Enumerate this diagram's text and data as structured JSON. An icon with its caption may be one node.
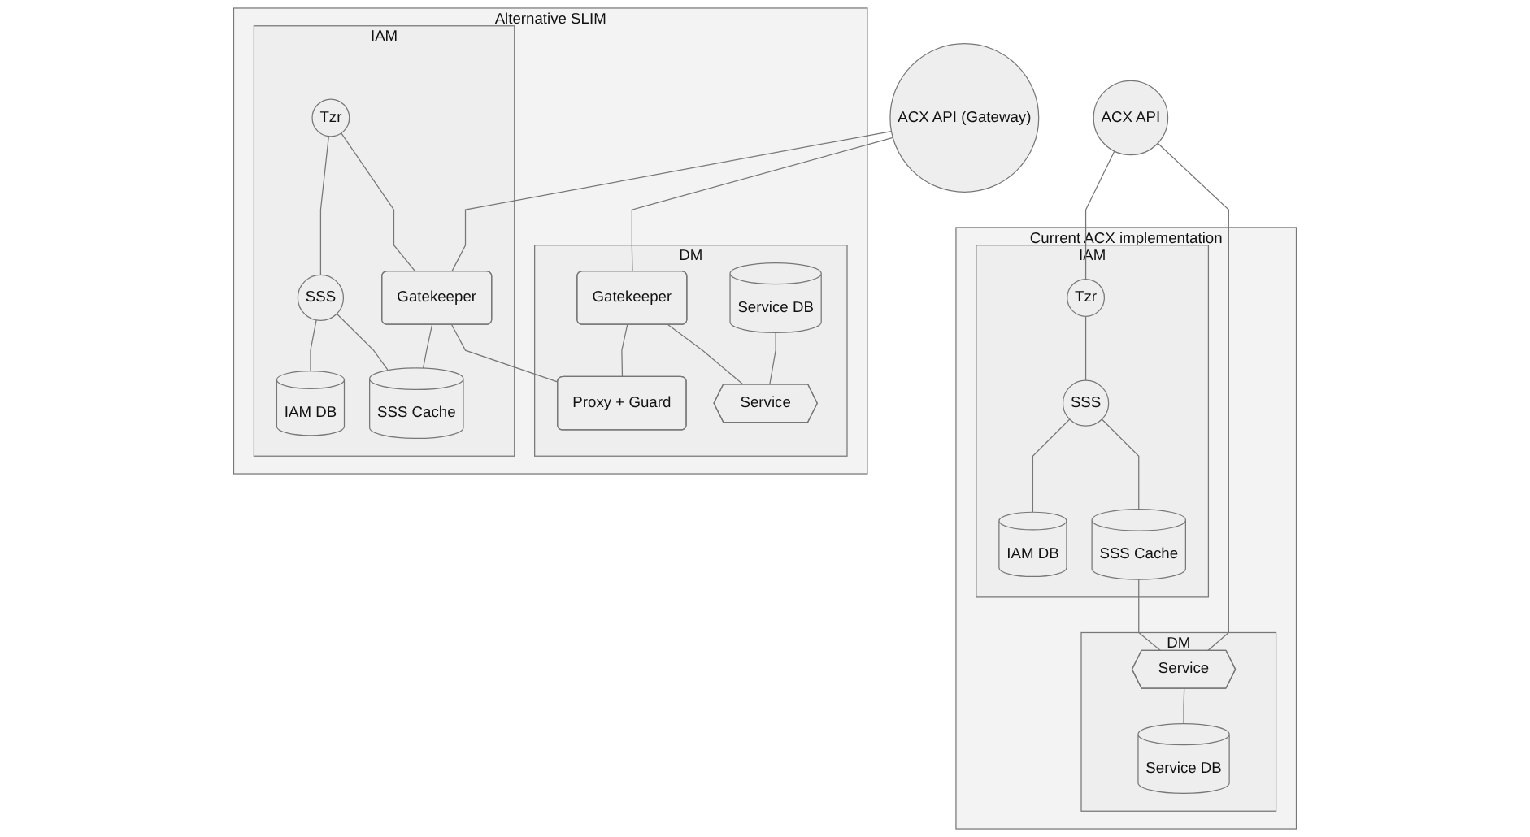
{
  "diagram": {
    "nodes": [
      {
        "text": [
          "Current ACX implementation"
        ]
      },
      {
        "text": [
          "ACX API"
        ]
      },
      {
        "text": [
          "IAM"
        ],
        "in": 0
      },
      {
        "text": [
          "Tzr"
        ],
        "in": 2
      },
      {
        "text": [
          "SSS"
        ],
        "in": 2
      },
      {
        "text": [
          "IAM DB"
        ],
        "in": 2
      },
      {
        "text": [
          "SSS Cache"
        ],
        "in": 2
      },
      {
        "text": [
          "DM"
        ],
        "in": 0
      },
      {
        "text": [
          "Service"
        ],
        "in": 7
      },
      {
        "text": [
          "Service DB"
        ],
        "in": 7
      },
      {
        "text": [
          "Alternative SLIM"
        ]
      },
      {
        "text": [
          "ACX API (Gateway)"
        ]
      },
      {
        "text": [
          "IAM"
        ],
        "in": 10
      },
      {
        "text": [
          "Tzr"
        ],
        "in": 12
      },
      {
        "text": [
          "SSS"
        ],
        "in": 12
      },
      {
        "text": [
          "IAM DB"
        ],
        "in": 12
      },
      {
        "text": [
          "Gatekeeper"
        ],
        "in": 12
      },
      {
        "text": [
          "SSS Cache"
        ],
        "in": 12
      },
      {
        "text": [
          "DM"
        ],
        "in": 10
      },
      {
        "text": [
          "Gatekeeper"
        ],
        "in": 18
      },
      {
        "text": [
          "Proxy + Guard"
        ],
        "in": 18
      },
      {
        "text": [
          "Service DB"
        ],
        "in": 18
      },
      {
        "text": [
          "Service"
        ],
        "in": 18
      }
    ],
    "edges": [
      {
        "from": 1,
        "to": 3,
        "arrow": "none"
      },
      {
        "from": 1,
        "to": 8,
        "arrow": "none"
      },
      {
        "from": 3,
        "to": 4,
        "arrow": "none"
      },
      {
        "from": 4,
        "to": 5,
        "arrow": "none"
      },
      {
        "from": 4,
        "to": 6,
        "arrow": "none"
      },
      {
        "from": 6,
        "to": 8,
        "arrow": "none"
      },
      {
        "from": 8,
        "to": 9,
        "arrow": "none"
      },
      {
        "from": 11,
        "to": 16,
        "arrow": "none"
      },
      {
        "from": 11,
        "to": 19,
        "arrow": "none"
      },
      {
        "from": 13,
        "to": 14,
        "arrow": "none"
      },
      {
        "from": 13,
        "to": 16,
        "arrow": "none"
      },
      {
        "from": 14,
        "to": 15,
        "arrow": "none"
      },
      {
        "from": 14,
        "to": 17,
        "arrow": "none"
      },
      {
        "from": 16,
        "to": 17,
        "arrow": "none"
      },
      {
        "from": 16,
        "to": 20,
        "arrow": "none"
      },
      {
        "from": 19,
        "to": 20,
        "arrow": "none"
      },
      {
        "from": 19,
        "to": 22,
        "arrow": "none"
      },
      {
        "from": 21,
        "to": 22,
        "arrow": "none"
      }
    ]
  }
}
